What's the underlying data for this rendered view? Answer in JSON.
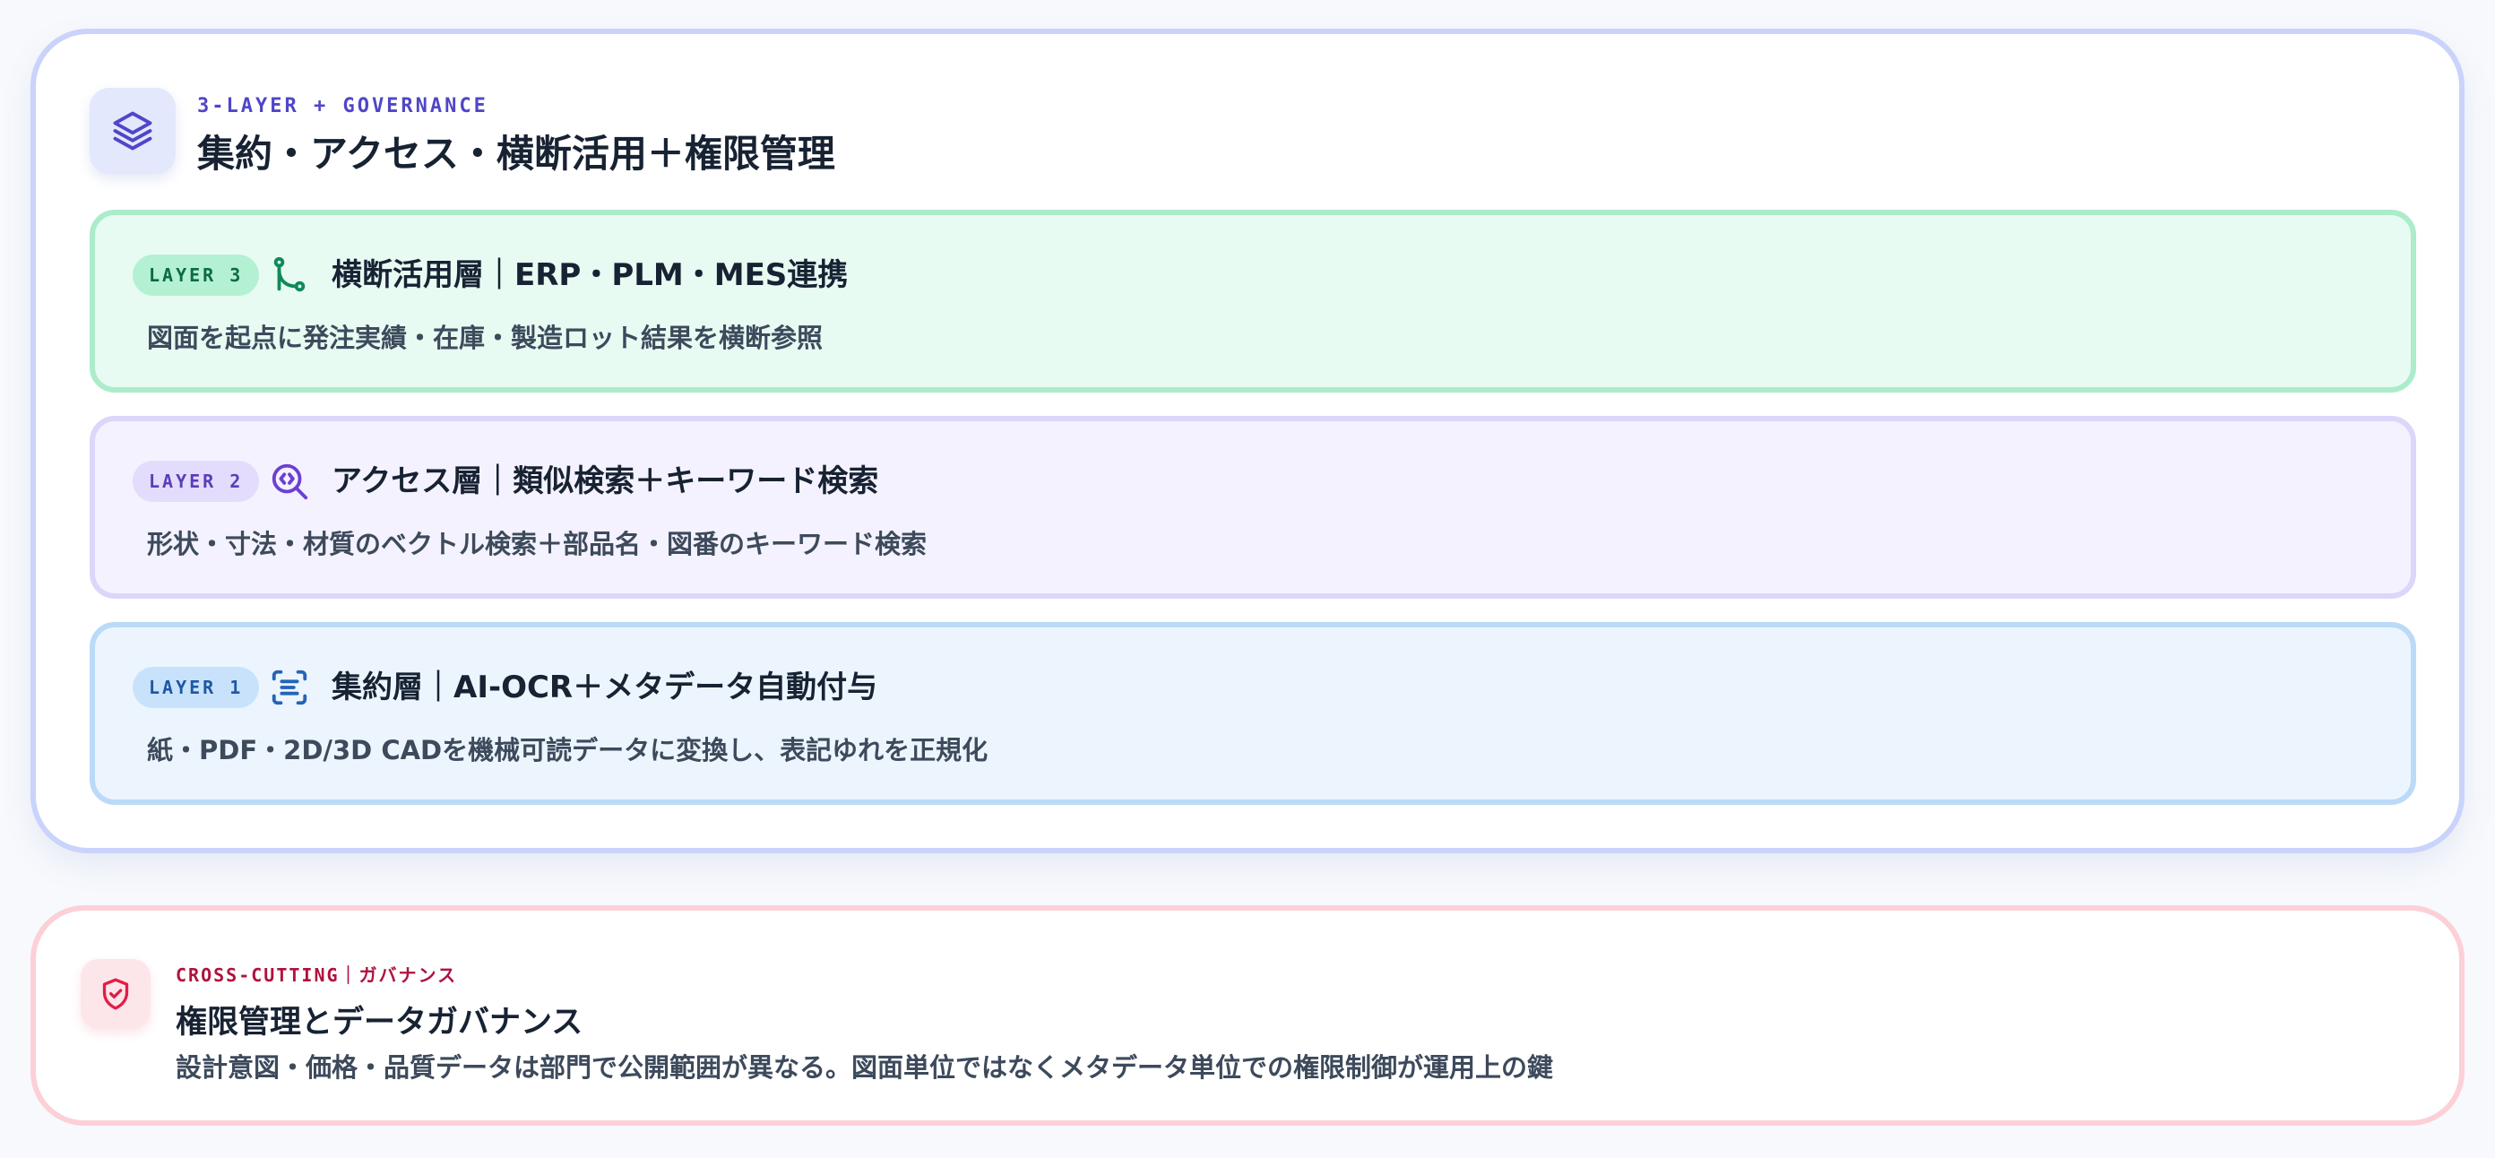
{
  "header": {
    "eyebrow": "3-LAYER + GOVERNANCE",
    "title": "集約・アクセス・横断活用＋権限管理",
    "icon": "layers-icon"
  },
  "layers": [
    {
      "badge": "LAYER 3",
      "icon": "git-branch-icon",
      "title": "横断活用層｜ERP・PLM・MES連携",
      "description": "図面を起点に発注実績・在庫・製造ロット結果を横断参照",
      "accent": "#0f8a5a"
    },
    {
      "badge": "LAYER 2",
      "icon": "search-code-icon",
      "title": "アクセス層｜類似検索＋キーワード検索",
      "description": "形状・寸法・材質のベクトル検索＋部品名・図番のキーワード検索",
      "accent": "#6d3fd4"
    },
    {
      "badge": "LAYER 1",
      "icon": "scan-text-icon",
      "title": "集約層｜AI-OCR＋メタデータ自動付与",
      "description": "紙・PDF・2D/3D CADを機械可読データに変換し、表記ゆれを正規化",
      "accent": "#2563b8"
    }
  ],
  "governance": {
    "eyebrow": "CROSS-CUTTING｜ガバナンス",
    "title": "権限管理とデータガバナンス",
    "description": "設計意図・価格・品質データは部門で公開範囲が異なる。図面単位ではなくメタデータ単位での権限制御が運用上の鍵",
    "icon": "shield-check-icon",
    "accent": "#e11d48"
  }
}
